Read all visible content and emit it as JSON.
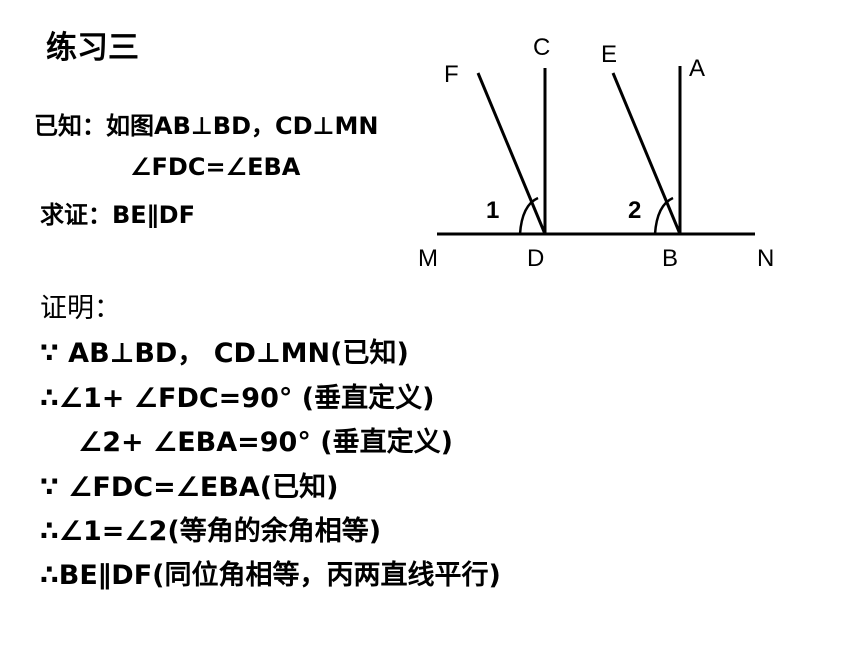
{
  "title": "练习三",
  "given": {
    "line1": "已知：如图AB⊥BD，CD⊥MN",
    "line2": "∠FDC=∠EBA",
    "line3": "求证：BE∥DF"
  },
  "figure": {
    "labels": {
      "M": "M",
      "D": "D",
      "B": "B",
      "N": "N",
      "C": "C",
      "F": "F",
      "E": "E",
      "A": "A",
      "angle1": "1",
      "angle2": "2"
    }
  },
  "proof": {
    "heading": "证明：",
    "lines": [
      "∵ AB⊥BD， CD⊥MN(已知)",
      "∴∠1+ ∠FDC=90°  (垂直定义)",
      "∠2+ ∠EBA=90°  (垂直定义)",
      "∵ ∠FDC=∠EBA(已知)",
      "∴∠1=∠2(等角的余角相等)",
      "∴BE∥DF(同位角相等，丙两直线平行)"
    ]
  }
}
